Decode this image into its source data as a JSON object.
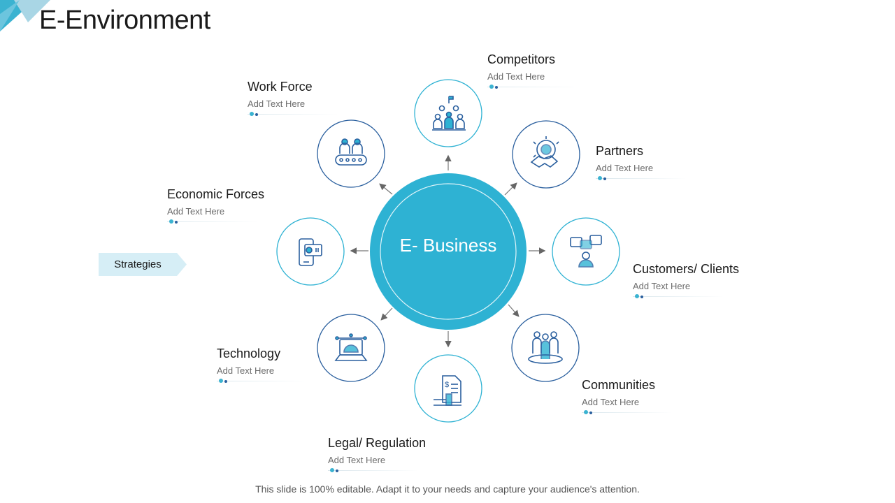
{
  "title": "E-Environment",
  "center": "E- Business",
  "strategies": "Strategies",
  "placeholder": "Add Text Here",
  "nodes": [
    {
      "key": "competitors",
      "name": "Competitors",
      "sub": "Add Text Here",
      "icon": "team-flag-icon"
    },
    {
      "key": "partners",
      "name": "Partners",
      "sub": "Add Text Here",
      "icon": "handshake-gear-icon"
    },
    {
      "key": "customers",
      "name": "Customers/ Clients",
      "sub": "Add Text Here",
      "icon": "customer-chat-icon"
    },
    {
      "key": "communities",
      "name": "Communities",
      "sub": "Add Text Here",
      "icon": "people-group-icon"
    },
    {
      "key": "legal",
      "name": "Legal/ Regulation",
      "sub": "Add Text Here",
      "icon": "document-gavel-icon"
    },
    {
      "key": "technology",
      "name": "Technology",
      "sub": "Add Text Here",
      "icon": "laptop-tech-icon"
    },
    {
      "key": "economic",
      "name": "Economic Forces",
      "sub": "Add Text Here",
      "icon": "mobile-payment-icon"
    },
    {
      "key": "workforce",
      "name": "Work Force",
      "sub": "Add Text Here",
      "icon": "conveyor-workers-icon"
    }
  ],
  "footer": "This slide is 100% editable. Adapt it to your needs and capture your audience's attention.",
  "colors": {
    "accent": "#2eb2d3",
    "navy": "#2a5f9e",
    "light": "#d6eef6"
  }
}
